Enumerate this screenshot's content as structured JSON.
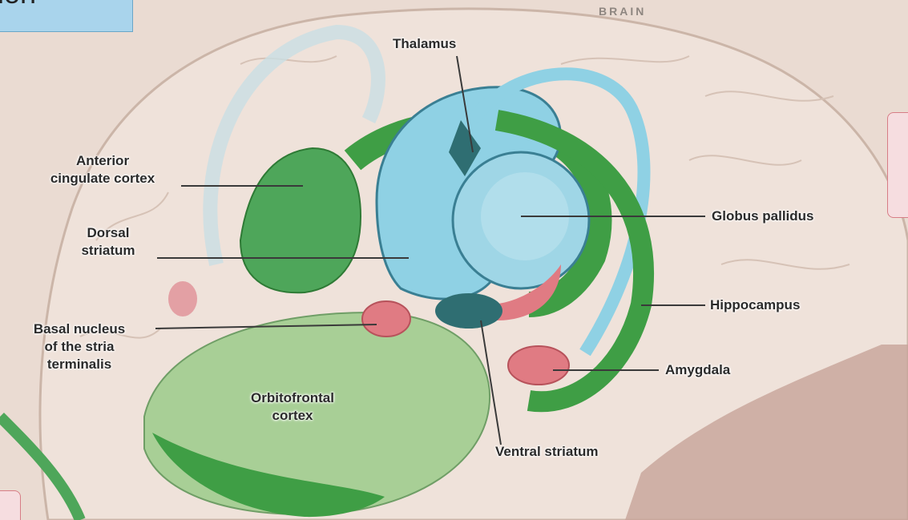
{
  "title_fragment": "ion",
  "header_word": "BRAIN",
  "labels": {
    "thalamus": "Thalamus",
    "anterior_cingulate": [
      "Anterior",
      "cingulate cortex"
    ],
    "dorsal_striatum": [
      "Dorsal",
      "striatum"
    ],
    "basal_nucleus": [
      "Basal nucleus",
      "of the stria",
      "terminalis"
    ],
    "orbitofrontal": [
      "Orbitofrontal",
      "cortex"
    ],
    "globus_pallidus": "Globus pallidus",
    "hippocampus": "Hippocampus",
    "amygdala": "Amygdala",
    "ventral_striatum": "Ventral striatum"
  },
  "colors": {
    "brain_bg": "#eadbd2",
    "green_structure": "#3f9e45",
    "light_green": "#a8cf96",
    "blue_structure": "#8fd1e4",
    "pink_structure": "#e07b83",
    "dark_teal": "#2f6e72"
  }
}
